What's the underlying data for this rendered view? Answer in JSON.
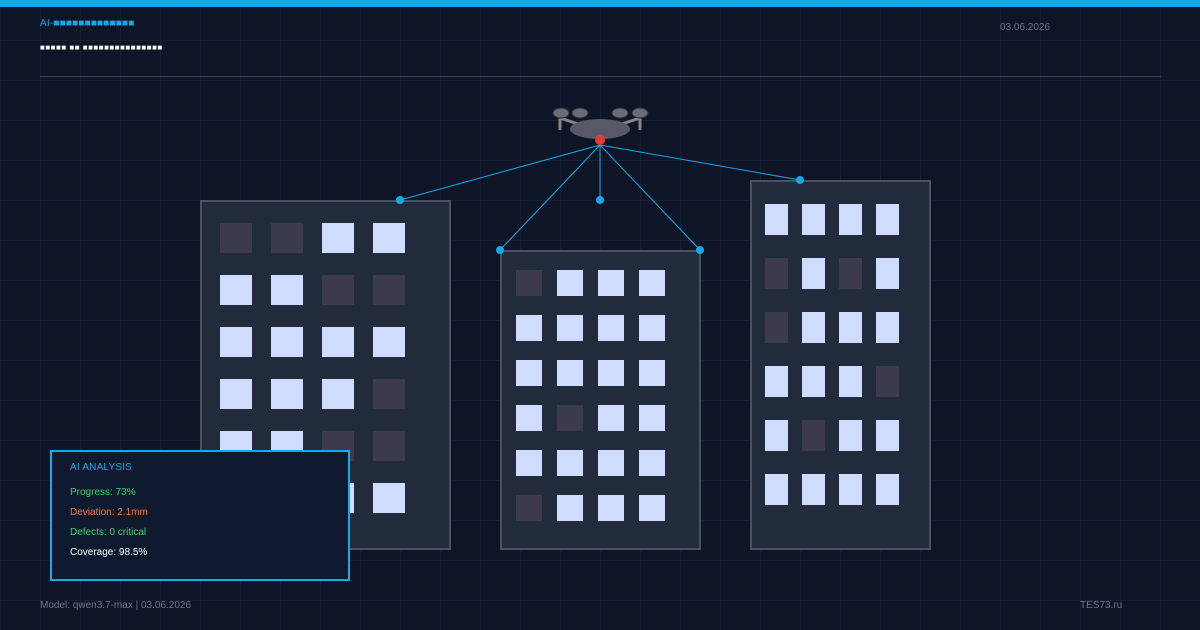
{
  "header": {
    "title": "AI-■■■■■■■■■■■■■",
    "subtitle": "■■■■■ ■■ ■■■■■■■■■■■■■■■",
    "date": "03.06.2026"
  },
  "scene": {
    "drone_icon": "drone-icon",
    "buildings": [
      {
        "windows": [
          0,
          0,
          1,
          1,
          1,
          1,
          0,
          0,
          1,
          1,
          1,
          1,
          1,
          1,
          1,
          0,
          1,
          1,
          0,
          0,
          1,
          1,
          1,
          1
        ]
      },
      {
        "windows": [
          0,
          1,
          1,
          1,
          1,
          1,
          1,
          1,
          1,
          1,
          1,
          1,
          1,
          0,
          1,
          1,
          1,
          1,
          1,
          1,
          0,
          1,
          1,
          1
        ]
      },
      {
        "windows": [
          1,
          1,
          1,
          1,
          0,
          1,
          0,
          1,
          0,
          1,
          1,
          1,
          1,
          1,
          1,
          0,
          1,
          0,
          1,
          1,
          1,
          1,
          1,
          1
        ]
      }
    ]
  },
  "analysis": {
    "title": "AI ANALYSIS",
    "progress": "Progress: 73%",
    "deviation": "Deviation: 2.1mm",
    "defects": "Defects: 0 critical",
    "coverage": "Coverage: 98.5%"
  },
  "footer": {
    "left": "Model: qwen3.7-max | 03.06.2026",
    "right": "TES73.ru"
  },
  "colors": {
    "accent": "#14a9e8",
    "background": "#0e1527",
    "building": "#222b3c",
    "window_lit": "#cfdcff",
    "window_dark": "#3b3b4d",
    "drone_marker": "#e53935",
    "progress_text": "#3ecf6e",
    "deviation_text": "#f07b3f",
    "defects_text": "#3ecf6e",
    "coverage_text": "#ffffff"
  }
}
